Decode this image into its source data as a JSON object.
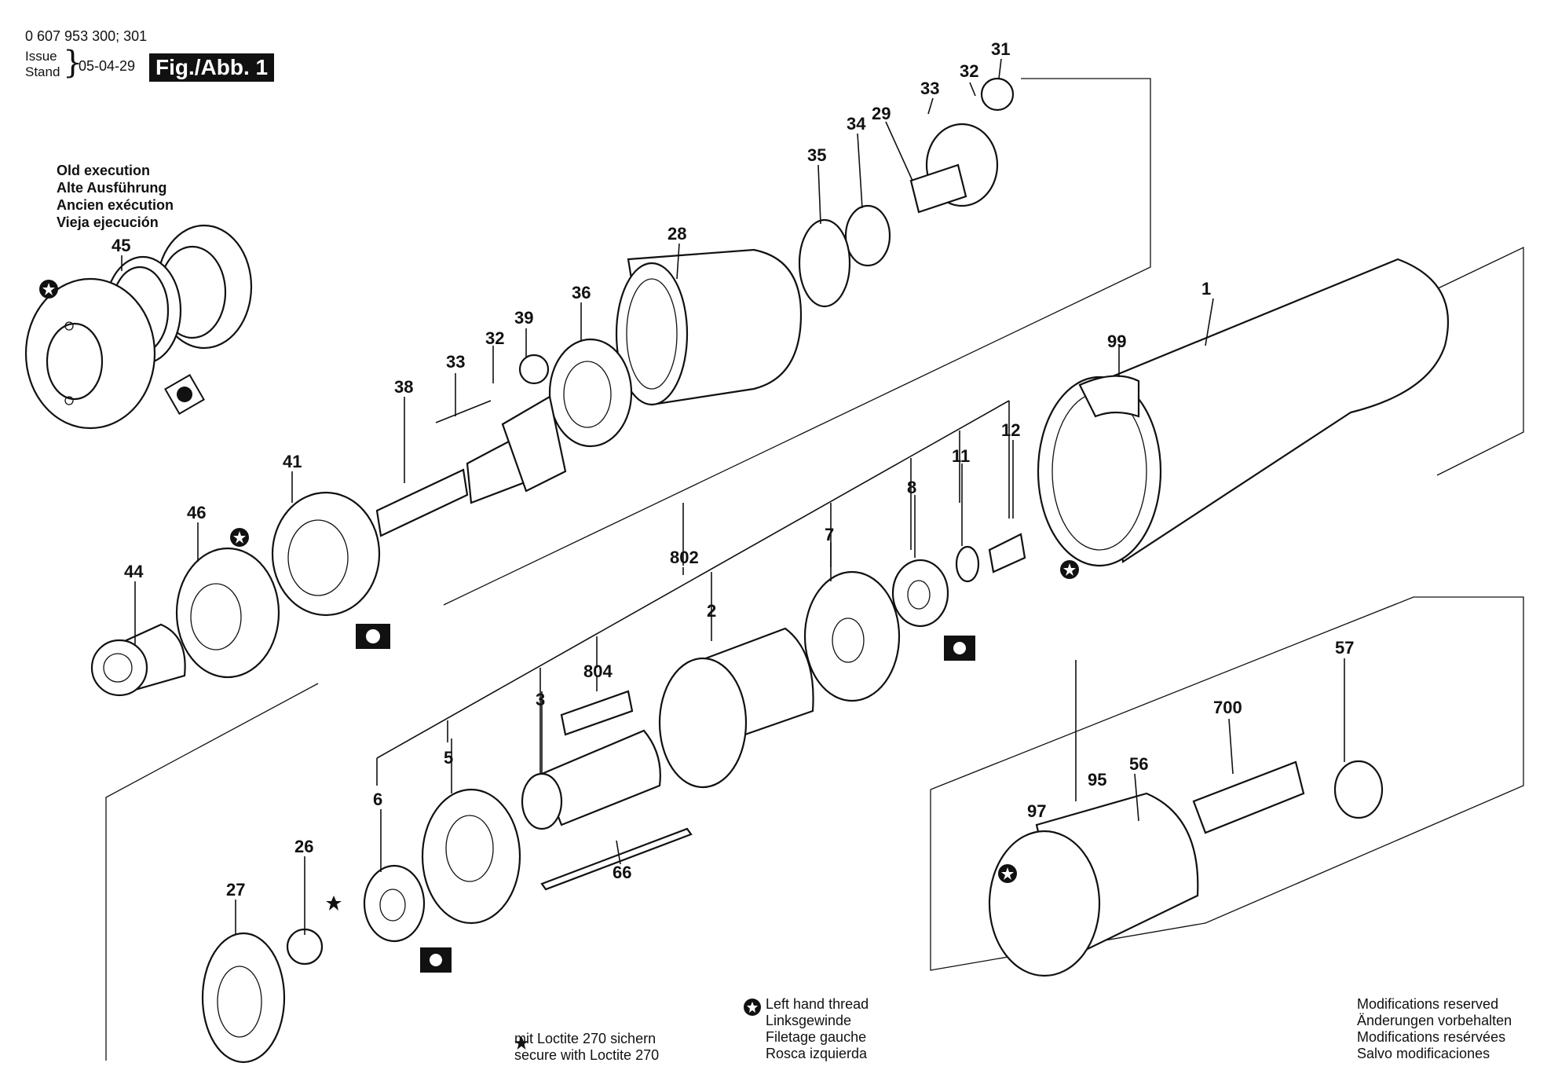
{
  "header": {
    "doc_number": "0 607 953 300; 301",
    "issue_label": "Issue",
    "stand_label": "Stand",
    "issue_date": "05-04-29",
    "figure_label": "Fig./Abb. 1"
  },
  "old_execution": [
    "Old execution",
    "Alte Ausführung",
    "Ancien exécution",
    "Vieja ejecución"
  ],
  "part_labels": [
    "1",
    "2",
    "3",
    "5",
    "6",
    "7",
    "8",
    "11",
    "12",
    "26",
    "27",
    "28",
    "29",
    "31",
    "32",
    "32",
    "33",
    "33",
    "34",
    "35",
    "36",
    "38",
    "39",
    "41",
    "44",
    "45",
    "46",
    "56",
    "57",
    "66",
    "95",
    "97",
    "99",
    "700",
    "802",
    "804"
  ],
  "notes": {
    "loctite": [
      "mit Loctite 270 sichern",
      "secure with Loctite 270"
    ],
    "left_hand_thread": [
      "Left hand thread",
      "Linksgewinde",
      "Filetage gauche",
      "Rosca izquierda"
    ],
    "modifications": [
      "Modifications reserved",
      "Änderungen vorbehalten",
      "Modifications resérvées",
      "Salvo modificaciones"
    ]
  },
  "colors": {
    "ink": "#111111",
    "paper": "#ffffff"
  },
  "icons": [
    "left-hand-thread-icon",
    "loctite-star-icon",
    "grease-icon"
  ]
}
